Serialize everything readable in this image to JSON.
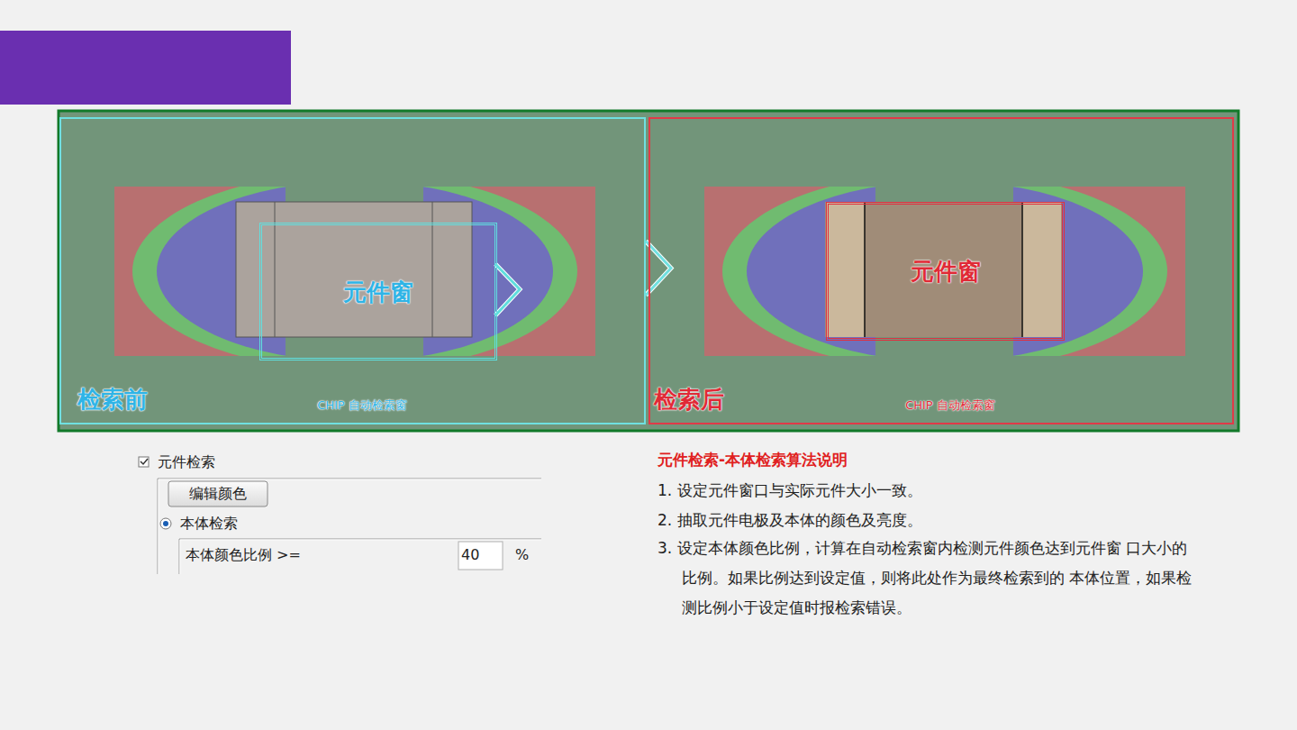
{
  "diagram": {
    "nodes": [
      {
        "text": [
          "检索前",
          "CHIP 自动检索窗"
        ]
      },
      {
        "text": [
          "元件窗"
        ],
        "in": 0
      },
      {
        "text": [
          "检索后",
          "CHIP 自动检索窗"
        ]
      },
      {
        "text": [
          "元件窗"
        ],
        "in": 2
      }
    ],
    "edges": [
      {
        "from": 0,
        "to": 2,
        "arrow": "to"
      }
    ],
    "labels": [
      "元件检索",
      "编辑颜色",
      "本体检索",
      "本体颜色比例 >=",
      "40",
      "%",
      "元件检索-本体检索算法说明",
      "1. 设定元件窗口与实际元件大小一致。",
      "2.  抽取元件电极及本体的颜色及亮度。",
      "3.  设定本体颜色比例，计算在自动检索窗内检测元件颜色达到元件窗 口大小的比例。如果比例达到设定值，则将此处作为最终检索到的 本体位置，如果检测比例小于设定值时报检索错误。"
    ]
  }
}
